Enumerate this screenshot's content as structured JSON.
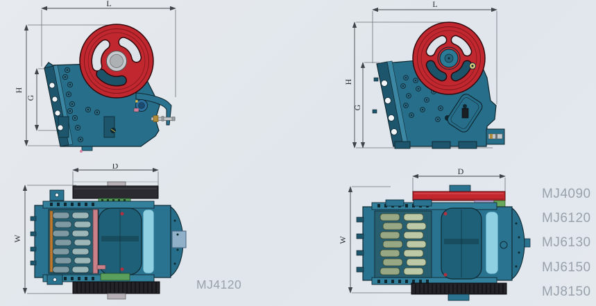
{
  "side_view_left": {
    "dim_l": "L",
    "dim_h": "H",
    "dim_g": "G"
  },
  "side_view_right": {
    "dim_l": "L",
    "dim_h": "H",
    "dim_g": "G"
  },
  "top_view_left": {
    "dim_d": "D",
    "dim_w": "W",
    "model_label": "MJ4120"
  },
  "top_view_right": {
    "dim_d": "D",
    "dim_w": "W"
  },
  "model_list": [
    "MJ4090",
    "MJ6120",
    "MJ6130",
    "MJ6150",
    "MJ8150"
  ],
  "colors": {
    "background": "#e2e7ed",
    "machine_teal": "#2a7390",
    "machine_teal_dark": "#1c556c",
    "flywheel_red": "#c0272e",
    "pulley_band_dark": "#232328",
    "accent_orange": "#c07a2e",
    "accent_pink": "#c98089",
    "accent_green": "#5aa05c",
    "accent_purple": "#b3a6cf",
    "hub_gray": "#c6c9cb",
    "model_label_gray": "#99a1ab",
    "dimension_line": "#3f444a"
  }
}
